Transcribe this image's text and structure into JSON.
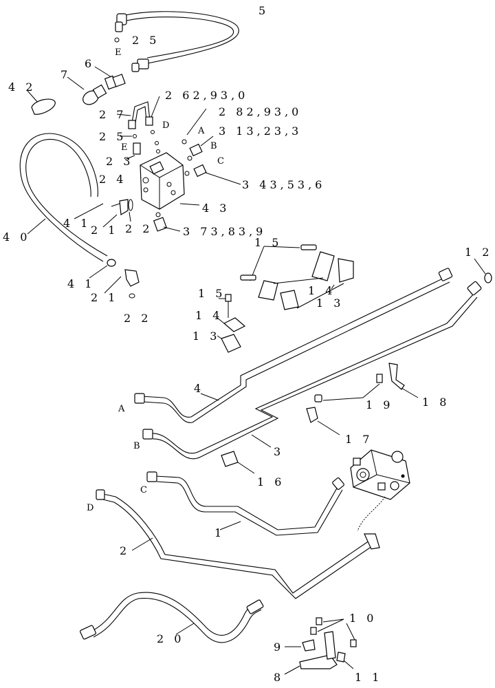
{
  "callouts": {
    "c5": "5",
    "c25a": "2 5",
    "cE1": "E",
    "c6": "6",
    "c7": "7",
    "c42": "4 2",
    "c262": "2 62,93,0",
    "c282": "2 82,93,0",
    "cA1": "A",
    "cD1": "D",
    "c27": "2 7",
    "c313": "3 13,23,3",
    "cB1": "B",
    "c25b": "2 5",
    "cE2": "E",
    "c23": "2 3",
    "cC1": "C",
    "c24": "2 4",
    "c343": "3 43,53,6",
    "c43": "4 3",
    "c41a": "4 1",
    "c21a": "2 1",
    "c22a": "2 2",
    "c373": "3 73,83,9",
    "c40": "4 0",
    "c15a": "1 5",
    "c12": "1 2",
    "c41b": "4 1",
    "c21b": "2 1",
    "c14a": "1 4",
    "c13a": "1 3",
    "c15b": "1 5",
    "c22b": "2 2",
    "c14b": "1 4",
    "c13b": "1 3",
    "c19": "1 9",
    "c18": "1 8",
    "c4": "4",
    "cA2": "A",
    "cB2": "B",
    "c3": "3",
    "c17": "1 7",
    "c16": "1 6",
    "cC2": "C",
    "cD2": "D",
    "c1": "1",
    "c2": "2",
    "c20": "2 0",
    "c10": "1 0",
    "c9": "9",
    "c8": "8",
    "c11": "1 1"
  }
}
